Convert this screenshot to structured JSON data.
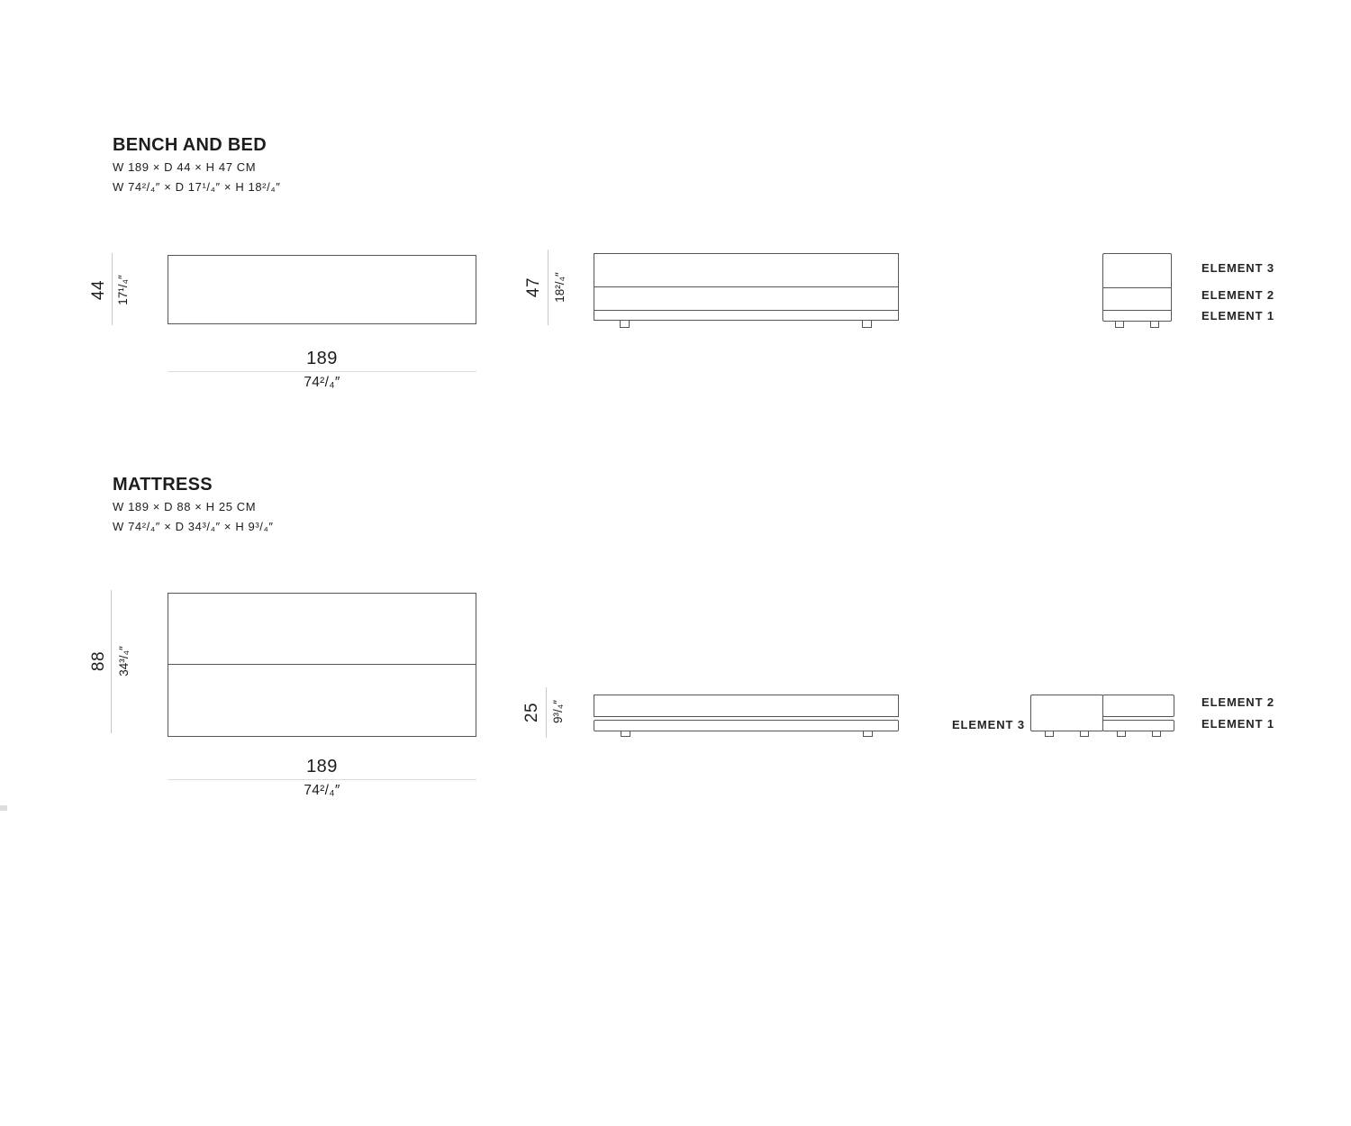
{
  "colors": {
    "drawing_line": "#54565a",
    "dimension_line_vertical": "#c9c9c9",
    "dimension_line_horizontal": "#dcdcdc",
    "text": "#1d1d1f",
    "background": "#ffffff"
  },
  "bench": {
    "title": "BENCH AND BED",
    "dims_cm": "W 189 × D 44 × H 47 CM",
    "dims_in": "W 74²/₄″ × D 17¹/₄″ × H 18²/₄″",
    "top_view": {
      "depth_cm": "44",
      "depth_in": "17¹/₄″",
      "width_cm": "189",
      "width_in": "74²/₄″"
    },
    "front_view": {
      "height_cm": "47",
      "height_in": "18²/₄″"
    },
    "side_view": {
      "element_3": "ELEMENT 3",
      "element_2": "ELEMENT 2",
      "element_1": "ELEMENT 1"
    }
  },
  "mattress": {
    "title": "MATTRESS",
    "dims_cm": "W 189 × D 88 × H 25 CM",
    "dims_in": "W 74²/₄″ × D 34³/₄″ × H 9³/₄″",
    "top_view": {
      "depth_cm": "88",
      "depth_in": "34³/₄″",
      "width_cm": "189",
      "width_in": "74²/₄″"
    },
    "front_view": {
      "height_cm": "25",
      "height_in": "9³/₄″"
    },
    "side_view": {
      "element_3": "ELEMENT 3",
      "element_2": "ELEMENT 2",
      "element_1": "ELEMENT 1"
    }
  }
}
